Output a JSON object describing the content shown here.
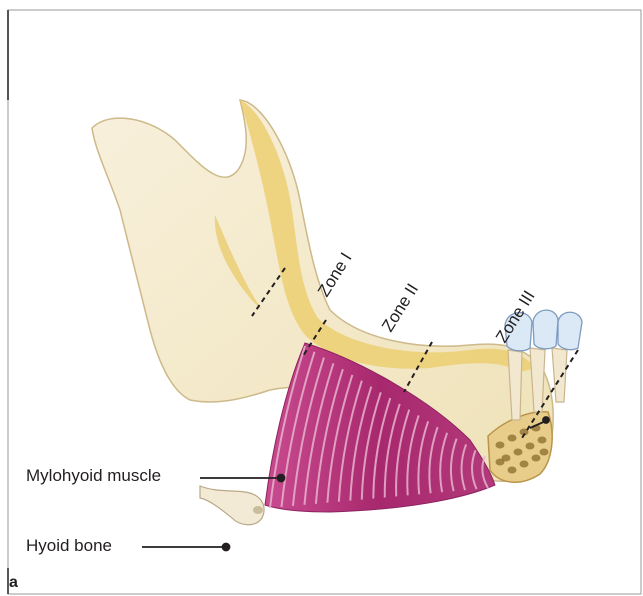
{
  "zones": [
    {
      "label": "Zone I"
    },
    {
      "label": "Zone II"
    },
    {
      "label": "Zone III"
    }
  ],
  "labels": {
    "mylohyoid": "Mylohyoid muscle",
    "hyoid": "Hyoid bone",
    "panel": "a"
  },
  "colors": {
    "bone": "#f6ecd2",
    "bone_shade": "#ecd58a",
    "muscle": "#b8377e",
    "muscle_light": "#e2a6c6",
    "tooth": "#dbe9f7",
    "line": "#231f20"
  }
}
